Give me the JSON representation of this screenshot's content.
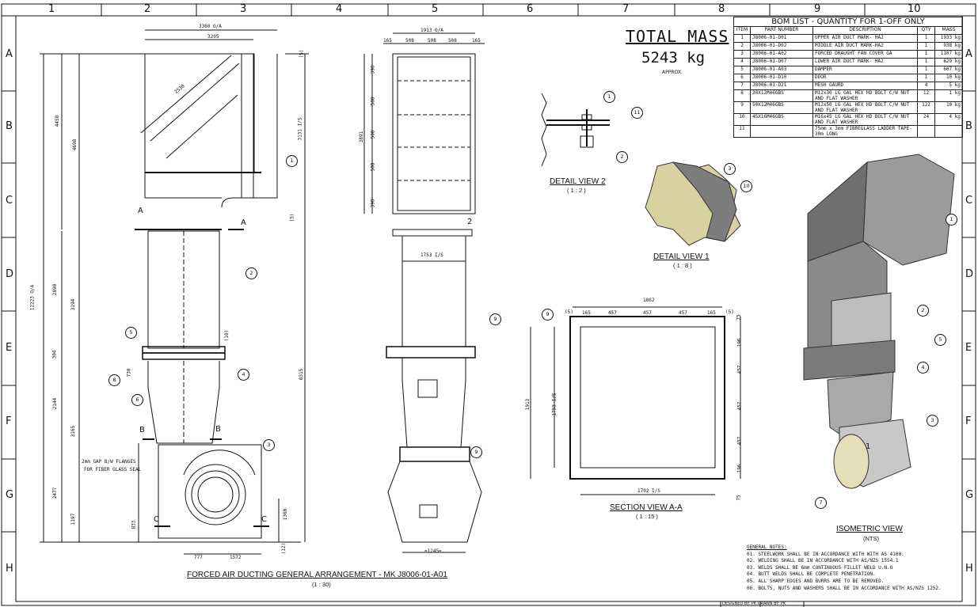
{
  "zones": {
    "columns": [
      "1",
      "2",
      "3",
      "4",
      "5",
      "6",
      "7",
      "8",
      "9",
      "10"
    ],
    "rows": [
      "A",
      "B",
      "C",
      "D",
      "E",
      "F",
      "G",
      "H"
    ]
  },
  "total_mass": {
    "heading": "TOTAL MASS",
    "value": "5243 kg",
    "note": "APPROX."
  },
  "bom": {
    "title": "BOM LIST  -  QUANTITY FOR 1-OFF ONLY",
    "headers": [
      "ITEM",
      "PART NUMBER",
      "DESCRIPTION",
      "QTY",
      "MASS"
    ],
    "rows": [
      [
        "1",
        "J8006-01-D01",
        "UPPER AIR DUCT MARK- HA2",
        "1",
        "1933 kg"
      ],
      [
        "2",
        "J8006-01-D02",
        "MIDDLE AIR DUCT MARK-HA2",
        "1",
        "938 kg"
      ],
      [
        "3",
        "J8006-01-A02",
        "FORCED DRAUGHT FAN COVER GA",
        "1",
        "1107 kg"
      ],
      [
        "4",
        "J8006-01-D07",
        "LOWER AIR DUCT MARK- HA2",
        "1",
        "629 kg"
      ],
      [
        "5",
        "J8006-01-A03",
        "DAMPER",
        "1",
        "607 kg"
      ],
      [
        "6",
        "J8006-01-D10",
        "DOOR",
        "1",
        "10 kg"
      ],
      [
        "7",
        "J8006-01-D21",
        "MESH GAURD",
        "4",
        "5 kg"
      ],
      [
        "8",
        "30X12M46GBS",
        "M12x30 LG GAL HEX HD BOLT C/W NUT AND FLAT WASHER",
        "12",
        "1 kg"
      ],
      [
        "9",
        "50X12M46GBS",
        "M12x50 LG GAL HEX HD BOLT C/W NUT AND FLAT WASHER",
        "122",
        "10 kg"
      ],
      [
        "10",
        "45X16M46GBS",
        "M16x45 LG GAL HEX HD BOLT C/W NUT AND FLAT WASHER",
        "24",
        "4 kg"
      ],
      [
        "11",
        "",
        "75mm x 3mm  FIBREGLASS LADDER TAPE-30m LONG",
        "",
        ""
      ]
    ]
  },
  "views": {
    "main": {
      "title": "FORCED AIR DUCTING GENERAL ARRANGEMENT - MK J8006-01-A01",
      "scale": "(1 : 30)"
    },
    "detail2": {
      "title": "DETAIL VIEW 2",
      "scale": "( 1 : 2 )"
    },
    "detail1": {
      "title": "DETAIL VIEW 1",
      "scale": "( 1 : 8 )"
    },
    "section": {
      "title": "SECTION VIEW A-A",
      "scale": "( 1 : 15 )"
    },
    "iso": {
      "title": "ISOMETRIC VIEW",
      "scale": "(NTS)"
    }
  },
  "notes": {
    "heading": "GENERAL NOTES:",
    "items": [
      "01. STEELWORK SHALL BE IN ACCORDANCE WITH WITH AS 4100.",
      "02. WELDING SHALL BE IN ACCORDANCE WITH AS/NZS 1554.1",
      "03. WELDS SHALL BE 6mm CONTINUOUS FILLET WELD U.N.O",
      "04. BUTT WELDS SHALL BE COMPLETE PENETRATION.",
      "05. ALL SHARP EDGES AND BURRS ARE TO BE REMOVED.",
      "06. BOLTS, NUTS AND WASHERS SHALL BE IN ACCORDANCE WITH AS/NZS 1252."
    ]
  },
  "annotations": {
    "flange_note_1": "2mm GAP B/W FLANGES",
    "flange_note_2": "FOR FIBER GLASS SEAL",
    "title_block": "DESIGNED BY:  PK  DRAWN BY:   PK"
  },
  "dims": {
    "d3360": "3360 O/A",
    "d3205": "3205",
    "d2530": "2530",
    "d5a": "(5)",
    "d3131": "3131 I/S",
    "d4458": "4458",
    "d4698": "4698",
    "d12223": "12223 O/A",
    "d2890": "2890",
    "d3194": "3194",
    "d304": "304",
    "d2144": "2144",
    "d3165": "3165",
    "d2477": "2477",
    "d1197": "1197",
    "d833": "833",
    "d1360": "1360",
    "d777": "777",
    "d1572": "1572",
    "d12": "(12)",
    "d10": "(10)",
    "d730": "730",
    "d8315": "8315",
    "d5b": "(5)",
    "d1913oa": "1913 O/A",
    "d165a": "165",
    "d508a": "508",
    "d508b": "508",
    "d508c": "508",
    "d165b": "165",
    "d390a": "390",
    "d508v1": "508",
    "d508v2": "508",
    "d508v3": "508",
    "d390b": "390",
    "d3891": "3891",
    "d1753is": "1753 I/S",
    "d1245": "=1245=",
    "s1862": "1862",
    "s5a": "(5)",
    "s165a": "165",
    "s457a": "457",
    "s457b": "457",
    "s457c": "457",
    "s165b": "165",
    "s5b": "(5)",
    "s75a": "75",
    "s196a": "196",
    "s457d": "457",
    "s457e": "457",
    "s457f": "457",
    "s196b": "196",
    "s75b": "75",
    "s1913": "1913",
    "s1753": "1753 I/S",
    "s1702": "1702 I/S"
  },
  "markers": {
    "A": "A",
    "B": "B",
    "C": "C",
    "two": "2",
    "one": "1"
  },
  "balloons": [
    "1",
    "2",
    "3",
    "4",
    "5",
    "6",
    "7",
    "8",
    "9",
    "10",
    "11"
  ]
}
